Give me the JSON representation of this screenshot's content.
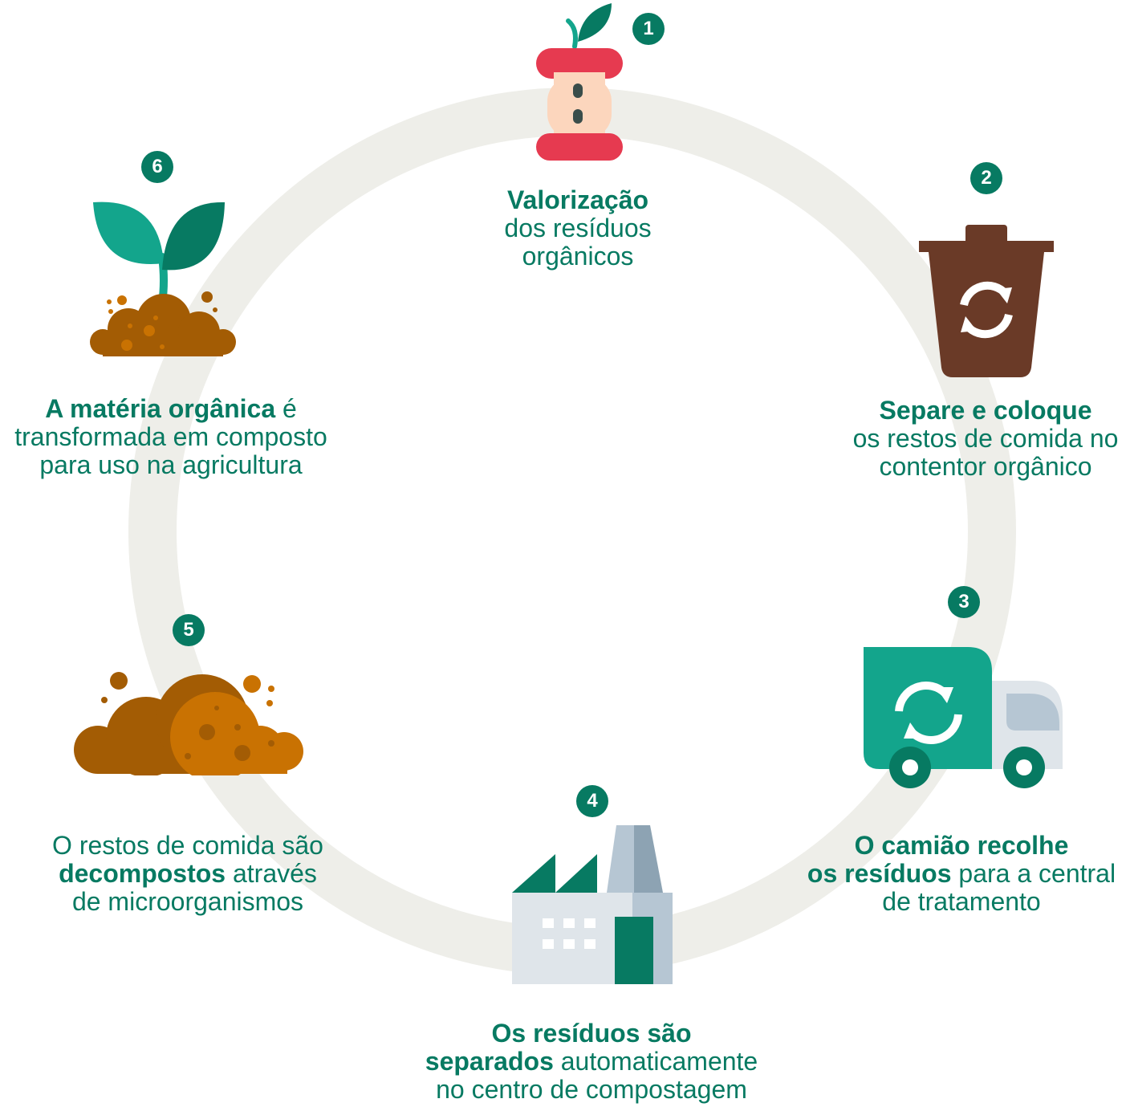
{
  "colors": {
    "ring": "#eeeee9",
    "accent": "#077a62",
    "teal": "#13a58c",
    "apple_red": "#e63a50",
    "apple_flesh": "#fcd6bd",
    "bin_brown": "#6a3a27",
    "soil_dark": "#a35c04",
    "soil_light": "#c97202",
    "factory_grey": "#dfe5ea",
    "factory_blue": "#b6c6d3"
  },
  "steps": [
    {
      "number": "1",
      "icon": "apple-core-icon",
      "bold1": "Valorização",
      "text1": "",
      "line2": "dos resíduos",
      "line3": "orgânicos"
    },
    {
      "number": "2",
      "icon": "organic-bin-icon",
      "bold1": "Separe e coloque",
      "text1": "",
      "line2": "os restos de comida no",
      "line3": "contentor orgânico"
    },
    {
      "number": "3",
      "icon": "recycling-truck-icon",
      "bold1": "O camião recolhe",
      "bold2": "os resíduos",
      "text2": " para a central",
      "line3": "de tratamento"
    },
    {
      "number": "4",
      "icon": "factory-icon",
      "bold1": "Os resíduos são",
      "bold2": "separados",
      "text2": " automaticamente",
      "line3": "no centro de compostagem"
    },
    {
      "number": "5",
      "icon": "decomposing-soil-icon",
      "line1": "O restos de comida são",
      "bold2": "decompostos",
      "text2": " através",
      "line3": "de microorganismos"
    },
    {
      "number": "6",
      "icon": "sprout-icon",
      "bold1": "A matéria orgânica",
      "text1": " é",
      "line2": "transformada em composto",
      "line3": "para uso na agricultura"
    }
  ]
}
